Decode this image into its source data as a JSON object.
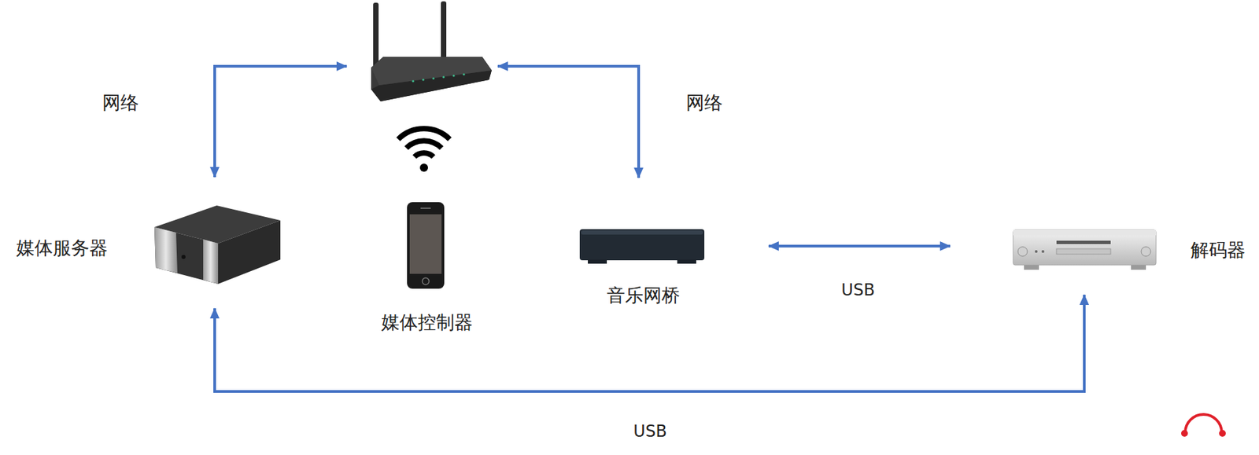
{
  "diagram": {
    "nodes": [
      {
        "text": []
      },
      {
        "text": [
          "媒体服务器"
        ]
      },
      {
        "text": [
          "媒体控制器"
        ]
      },
      {
        "text": [
          "音乐网桥"
        ]
      },
      {
        "text": [
          "解码器"
        ]
      }
    ],
    "edges": [
      {
        "from": 0,
        "to": 1,
        "arrow": "both",
        "label": "网络"
      },
      {
        "from": 0,
        "to": 3,
        "arrow": "both",
        "label": "网络"
      },
      {
        "from": 3,
        "to": 4,
        "arrow": "both",
        "label": "USB"
      },
      {
        "from": 1,
        "to": 4,
        "arrow": "both",
        "label": "USB"
      }
    ]
  }
}
